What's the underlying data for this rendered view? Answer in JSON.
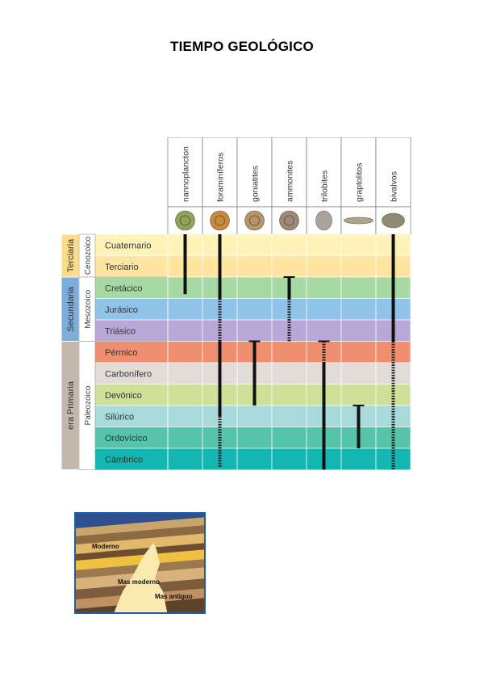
{
  "page": {
    "title": "TIEMPO GEOLÓGICO"
  },
  "chart": {
    "fossils": [
      {
        "label": "nannoplancton",
        "icon": "nannoplankton-icon",
        "icon_color": "#8fa35a"
      },
      {
        "label": "foraminíferos",
        "icon": "foraminifera-icon",
        "icon_color": "#c9893a"
      },
      {
        "label": "goniatites",
        "icon": "goniatite-icon",
        "icon_color": "#b6956b"
      },
      {
        "label": "ammonites",
        "icon": "ammonite-icon",
        "icon_color": "#9c8978"
      },
      {
        "label": "trilobites",
        "icon": "trilobite-icon",
        "icon_color": "#a8a49c"
      },
      {
        "label": "graptolitos",
        "icon": "graptolite-icon",
        "icon_color": "#b0a488"
      },
      {
        "label": "bivalvos",
        "icon": "bivalve-icon",
        "icon_color": "#8f8a72"
      }
    ],
    "eras": [
      {
        "era": "Terciaria",
        "subera": "Cenozoico",
        "color": "#ffdd88",
        "periods": [
          0,
          1
        ]
      },
      {
        "era": "Secundaria",
        "subera": "Mesozoico",
        "color": "#7aaedc",
        "periods": [
          2,
          4
        ]
      },
      {
        "era": "era Primaria",
        "subera": "Paleozoico",
        "color": "#c4b8ad",
        "periods": [
          5,
          10
        ]
      }
    ],
    "periods": [
      {
        "name": "Cuaternario",
        "color": "#fff3b8"
      },
      {
        "name": "Terciario",
        "color": "#ffe5a0"
      },
      {
        "name": "Cretácico",
        "color": "#a8d8a4"
      },
      {
        "name": "Jurásico",
        "color": "#8fc3e8"
      },
      {
        "name": "Triásico",
        "color": "#b8a8d8"
      },
      {
        "name": "Pérmico",
        "color": "#f08e70"
      },
      {
        "name": "Carbonífero",
        "color": "#e2dcd8"
      },
      {
        "name": "Devónico",
        "color": "#cfe098"
      },
      {
        "name": "Silúrico",
        "color": "#a8dadb"
      },
      {
        "name": "Ordovícico",
        "color": "#56c4aa"
      },
      {
        "name": "Cámbrico",
        "color": "#14b6b2"
      }
    ],
    "ranges": [
      {
        "fossil": 0,
        "from": 0,
        "to": 2.8,
        "style": "solid"
      },
      {
        "fossil": 1,
        "from": 0,
        "to": 3,
        "style": "solid"
      },
      {
        "fossil": 1,
        "from": 3,
        "to": 5,
        "style": "dashed"
      },
      {
        "fossil": 1,
        "from": 5,
        "to": 8.5,
        "style": "solid"
      },
      {
        "fossil": 1,
        "from": 8.5,
        "to": 10.9,
        "style": "dashed"
      },
      {
        "fossil": 2,
        "from": 5,
        "to": 8.0,
        "style": "solid",
        "cap": true
      },
      {
        "fossil": 3,
        "from": 2.0,
        "to": 3.0,
        "style": "solid",
        "cap": true
      },
      {
        "fossil": 3,
        "from": 3.0,
        "to": 5.0,
        "style": "dashed"
      },
      {
        "fossil": 4,
        "from": 5,
        "to": 6.0,
        "style": "dashed",
        "cap": true
      },
      {
        "fossil": 4,
        "from": 6.0,
        "to": 11,
        "style": "solid"
      },
      {
        "fossil": 5,
        "from": 8.0,
        "to": 10.0,
        "style": "solid",
        "cap": true
      },
      {
        "fossil": 6,
        "from": 0,
        "to": 5,
        "style": "solid"
      },
      {
        "fossil": 6,
        "from": 5,
        "to": 11,
        "style": "dashed"
      }
    ]
  },
  "strata": {
    "modern_label": "Moderno",
    "more_modern_label": "Mas moderno",
    "older_label": "Mas antiguo"
  }
}
